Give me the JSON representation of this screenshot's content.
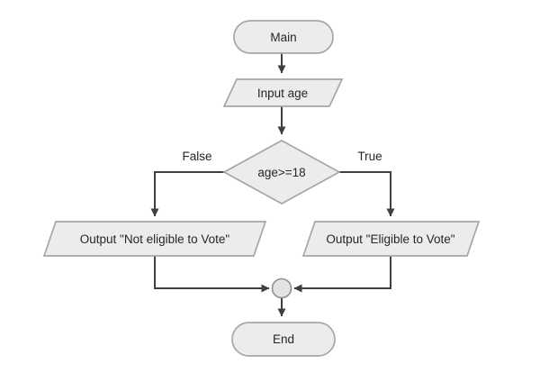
{
  "diagram": {
    "type": "flowchart",
    "nodes": {
      "main": {
        "label": "Main",
        "shape": "terminator"
      },
      "input_age": {
        "label": "Input age",
        "shape": "parallelogram"
      },
      "decision": {
        "label": "age>=18",
        "shape": "diamond"
      },
      "output_not_eligible": {
        "label": "Output \"Not eligible to Vote\"",
        "shape": "parallelogram"
      },
      "output_eligible": {
        "label": "Output \"Eligible to Vote\"",
        "shape": "parallelogram"
      },
      "merge": {
        "label": "",
        "shape": "circle-connector"
      },
      "end": {
        "label": "End",
        "shape": "terminator"
      }
    },
    "branch_labels": {
      "false": "False",
      "true": "True"
    },
    "colors": {
      "node_fill": "#ececec",
      "node_border": "#a6a6a6",
      "line_color": "#3f3f3f",
      "text_color": "#262626",
      "connector_fill": "#e4e4e4",
      "connector_border": "#8f8f8f",
      "canvas_bg": "#ffffff"
    }
  }
}
